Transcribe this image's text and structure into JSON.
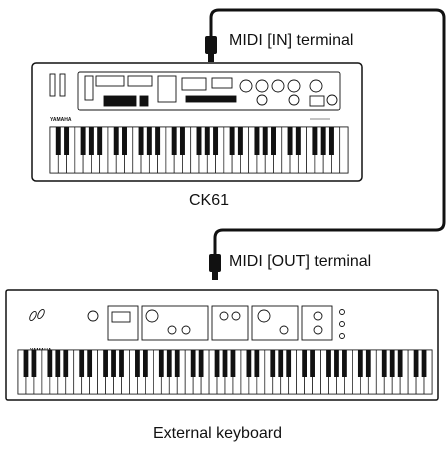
{
  "labels": {
    "midi_in": "MIDI [IN] terminal",
    "midi_out": "MIDI [OUT] terminal",
    "ck61": "CK61",
    "external": "External keyboard"
  },
  "brand": "YAMAHA",
  "top_keyboard": {
    "white_keys": 36
  },
  "bottom_keyboard": {
    "white_keys": 52
  }
}
